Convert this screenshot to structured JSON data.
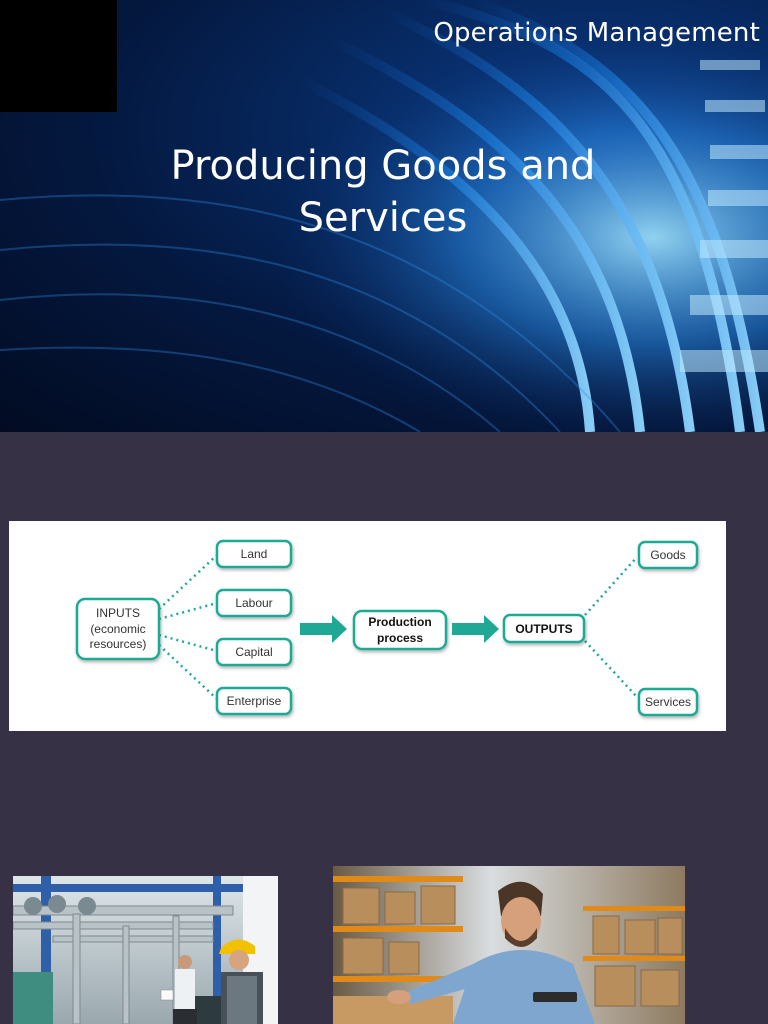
{
  "slide1": {
    "header_title": "Operations Management",
    "title_line1": "Producing Goods and",
    "title_line2": "Services"
  },
  "diagram": {
    "inputs": "INPUTS",
    "inputs_sub1": "(economic",
    "inputs_sub2": "resources)",
    "resources": [
      "Land",
      "Labour",
      "Capital",
      "Enterprise"
    ],
    "process_line1": "Production",
    "process_line2": "process",
    "outputs": "OUTPUTS",
    "output_items": [
      "Goods",
      "Services"
    ],
    "accent_color": "#1fa995"
  },
  "photos": {
    "left": "industrial-workers-photo",
    "right": "warehouse-man-tablet-photo"
  }
}
